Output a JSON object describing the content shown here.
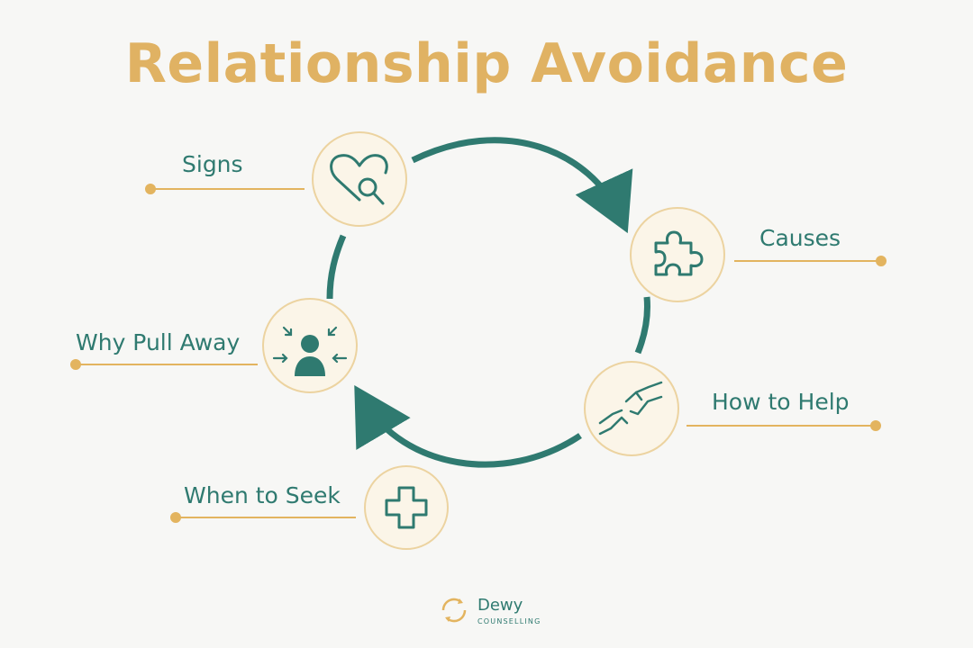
{
  "title": "Relationship Avoidance",
  "nodes": [
    {
      "label": "Signs",
      "icon": "heart-search-icon"
    },
    {
      "label": "Causes",
      "icon": "puzzle-piece-icon"
    },
    {
      "label": "How to Help",
      "icon": "helping-hands-icon"
    },
    {
      "label": "Why Pull Away",
      "icon": "person-inward-arrows-icon"
    },
    {
      "label": "When to Seek",
      "icon": "medical-cross-icon"
    }
  ],
  "brand": {
    "name": "Dewy",
    "subtitle": "COUNSELLING"
  },
  "colors": {
    "title": "#e0b263",
    "teal": "#2f7a70",
    "gold": "#e3b45f",
    "circle_fill": "#fbf5e8",
    "circle_stroke": "#ecd3a0"
  }
}
